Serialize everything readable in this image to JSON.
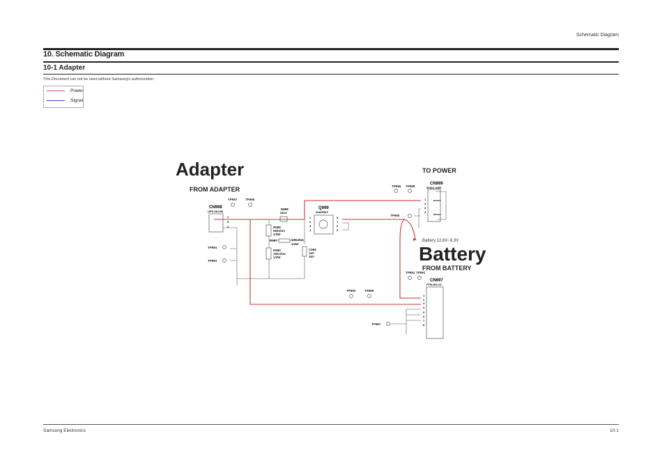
{
  "header": {
    "section": "Schematic Diagram"
  },
  "title": "10. Schematic Diagram",
  "subtitle": "10-1 Adapter",
  "disclaimer": "This Document can not be used without Samsung's authorization.",
  "legend": [
    {
      "label": "Power",
      "color": "#d9534f"
    },
    {
      "label": "Signal",
      "color": "#3b3fa8"
    }
  ],
  "schematic": {
    "adapter_title": "Adapter",
    "from_adapter": "FROM ADAPTER",
    "to_power": "TO POWER",
    "battery_title": "Battery",
    "from_battery": "FROM BATTERY",
    "battery_note": "Battery 12.6V~9.3V",
    "cn998": {
      "ref": "CN998",
      "part": "UPS-08-008",
      "pins": [
        "1",
        "3",
        "2"
      ]
    },
    "cn999": {
      "ref": "CN999",
      "part": "53261-0490",
      "pins": [
        "1",
        "2",
        "3",
        "4"
      ],
      "tags": [
        "BOSS1",
        "BOSS2"
      ]
    },
    "cn997": {
      "ref": "CN997",
      "part": "PTB-361-01",
      "pins": [
        "1",
        "2",
        "3",
        "4",
        "5",
        "6",
        "7",
        "8"
      ]
    },
    "q999": {
      "ref": "Q999",
      "part": "SI4435DY",
      "pins": [
        "1",
        "2",
        "3",
        "4",
        "8",
        "7",
        "6",
        "5"
      ]
    },
    "d999": {
      "ref": "D999",
      "part": "SS24"
    },
    "r998": {
      "ref": "R998",
      "value": "560ohm",
      "power": "1/4W"
    },
    "r997": {
      "ref": "R997",
      "value": "10Kohm",
      "power": "1/4W"
    },
    "r999": {
      "ref": "R999",
      "value": "10Kohm",
      "power": "1/4W"
    },
    "c999": {
      "ref": "C999",
      "value": "1uF",
      "voltage": "25V"
    },
    "testpoints": {
      "tp997": "TP997",
      "tp996": "TP996",
      "tp994": "TP994",
      "tp993": "TP993",
      "tp999": "TP999",
      "tp998": "TP998",
      "tp995": "TP995",
      "tp992": "TP992",
      "tp991": "TP991",
      "tp990": "TP990",
      "tp989": "TP989",
      "tp987": "TP987"
    },
    "colors": {
      "power": "#c8312f",
      "signal": "#888888"
    }
  },
  "footer": {
    "left": "Samsung Electronics",
    "right": "10-1"
  }
}
